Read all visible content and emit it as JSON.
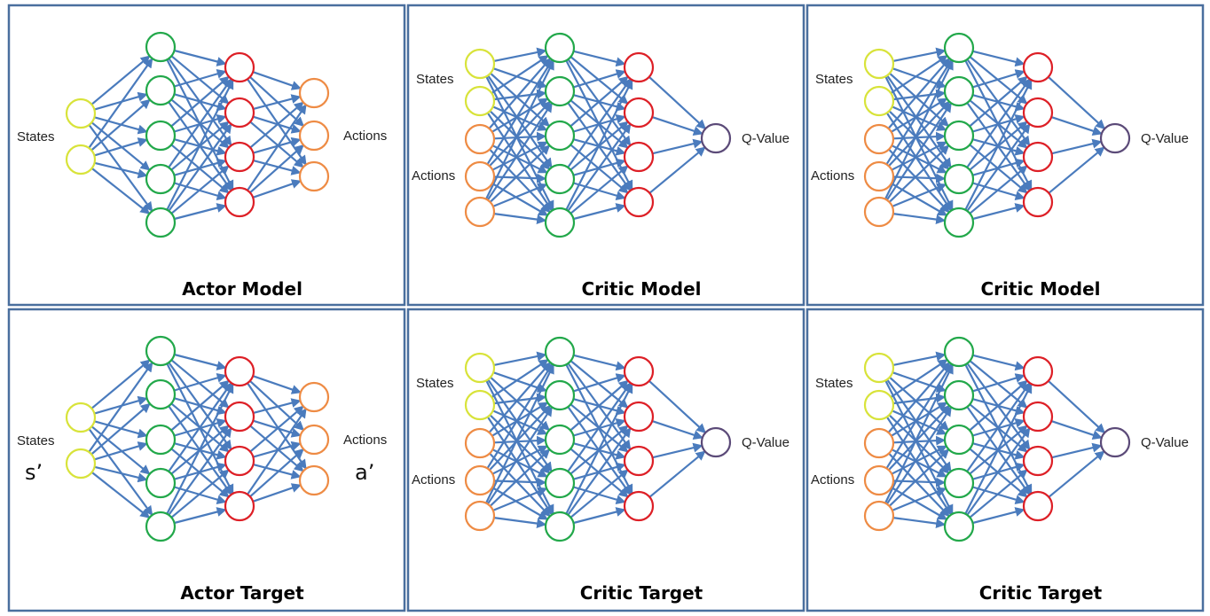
{
  "colors": {
    "frame": "#4a6f9e",
    "edge": "#4a7bbd",
    "state_node": "#d8e33a",
    "action_node": "#ee8b44",
    "hidden1_node": "#22a84a",
    "hidden2_node": "#dd1f26",
    "qvalue_node": "#5b4a78"
  },
  "panels": [
    {
      "kind": "actor",
      "title": "Actor Model",
      "labels": {
        "states": "States",
        "actions": "Actions"
      },
      "primes": null
    },
    {
      "kind": "critic",
      "title": "Critic Model",
      "labels": {
        "states": "States",
        "actions": "Actions",
        "output": "Q-Value"
      }
    },
    {
      "kind": "critic",
      "title": "Critic Model",
      "labels": {
        "states": "States",
        "actions": "Actions",
        "output": "Q-Value"
      }
    },
    {
      "kind": "actor",
      "title": "Actor Target",
      "labels": {
        "states": "States",
        "actions": "Actions"
      },
      "primes": {
        "state": "s’",
        "action": "a’"
      }
    },
    {
      "kind": "critic",
      "title": "Critic Target",
      "labels": {
        "states": "States",
        "actions": "Actions",
        "output": "Q-Value"
      }
    },
    {
      "kind": "critic",
      "title": "Critic Target",
      "labels": {
        "states": "States",
        "actions": "Actions",
        "output": "Q-Value"
      }
    }
  ]
}
